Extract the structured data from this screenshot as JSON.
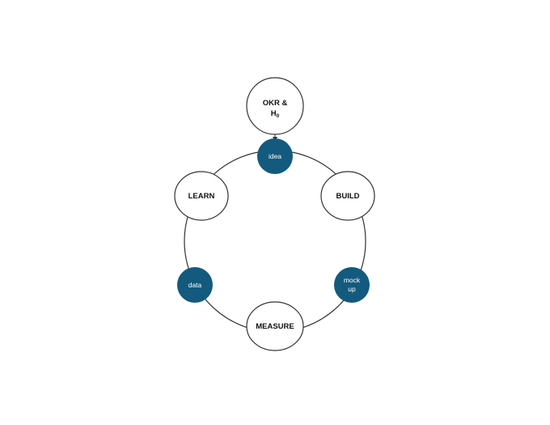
{
  "diagram": {
    "start_node": {
      "label_main": "OKR &",
      "label_second": "H",
      "label_subscript": "0"
    },
    "nodes": {
      "idea": "idea",
      "build": "BUILD",
      "mockup_line1": "mock",
      "mockup_line2": "up",
      "measure": "MEASURE",
      "data": "data",
      "learn": "LEARN"
    },
    "colors": {
      "accent": "#135a7e",
      "outline": "#333333",
      "background": "#ffffff"
    }
  }
}
